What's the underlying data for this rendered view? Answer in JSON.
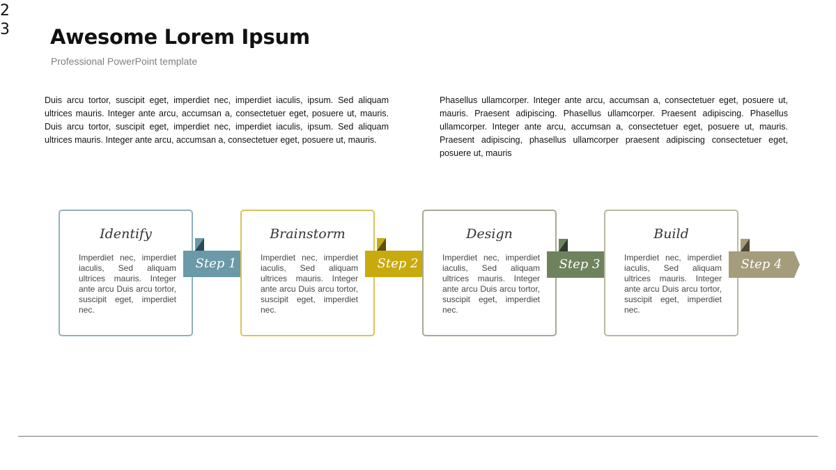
{
  "slide": {
    "number": "2\n3"
  },
  "header": {
    "title": "Awesome Lorem Ipsum",
    "subtitle": "Professional PowerPoint template"
  },
  "paragraphs": {
    "left": "Duis arcu tortor, suscipit eget, imperdiet nec, imperdiet iaculis, ipsum. Sed aliquam ultrices mauris. Integer ante arcu, accumsan a, consectetuer eget, posuere ut, mauris. Duis arcu tortor, suscipit eget, imperdiet nec, imperdiet iaculis, ipsum. Sed aliquam ultrices mauris. Integer ante arcu, accumsan a, consectetuer eget, posuere ut, mauris.",
    "right": "Phasellus ullamcorper. Integer ante arcu, accumsan a, consectetuer eget, posuere ut, mauris. Praesent adipiscing. Phasellus ullamcorper. Praesent adipiscing. Phasellus ullamcorper. Integer ante arcu, accumsan a, consectetuer eget, posuere ut, mauris. Praesent adipiscing, phasellus ullamcorper praesent adipiscing consectetuer eget, posuere ut, mauris"
  },
  "steps": [
    {
      "title": "Identify",
      "text": "Imperdiet nec, imperdiet iaculis, Sed aliquam ultrices mauris. Integer ante arcu Duis arcu tortor, suscipit eget, imperdiet nec.",
      "label": "Step 1",
      "border_color": "#8fb0c0",
      "arrow_color": "#6a99a8",
      "fold_color": "#2f4a55"
    },
    {
      "title": "Brainstorm",
      "text": "Imperdiet nec, imperdiet iaculis, Sed aliquam ultrices mauris. Integer ante arcu Duis arcu tortor, suscipit eget, imperdiet nec.",
      "label": "Step 2",
      "border_color": "#d8c35a",
      "arrow_color": "#c8aa0e",
      "fold_color": "#5e5008"
    },
    {
      "title": "Design",
      "text": "Imperdiet nec, imperdiet iaculis, Sed aliquam ultrices mauris. Integer ante arcu Duis arcu tortor, suscipit eget, imperdiet nec.",
      "label": "Step 3",
      "border_color": "#a9a892",
      "arrow_color": "#6e825e",
      "fold_color": "#313a2a"
    },
    {
      "title": "Build",
      "text": "Imperdiet nec, imperdiet iaculis, Sed aliquam ultrices mauris. Integer ante arcu Duis arcu tortor, suscipit eget, imperdiet nec.",
      "label": "Step 4",
      "border_color": "#b7b9a0",
      "arrow_color": "#a59c7c",
      "fold_color": "#4e4637"
    }
  ]
}
